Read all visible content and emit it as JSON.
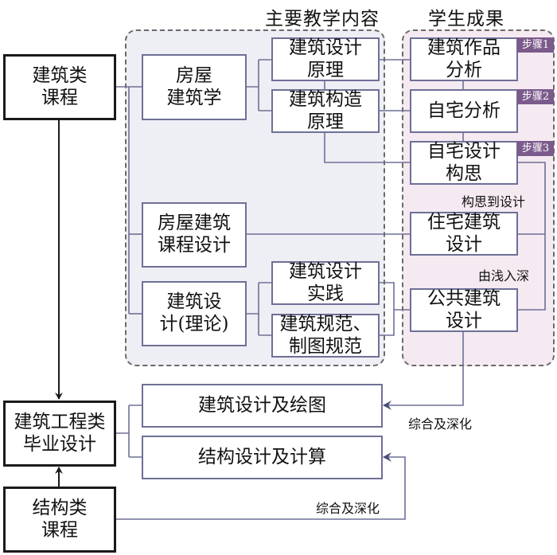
{
  "headers": {
    "main_content": "主要教学内容",
    "student_outcomes": "学生成果"
  },
  "nodes": {
    "arch_courses": "建筑类\n课程",
    "building_architecture": "房屋\n建筑学",
    "arch_design_principles": "建筑设计\n原理",
    "arch_construction_principles": "建筑构造\n原理",
    "building_course_design": "房屋建筑\n课程设计",
    "arch_design_theory": "建筑设\n计(理论)",
    "arch_design_practice": "建筑设计\n实践",
    "arch_codes_drawing_codes": "建筑规范、\n制图规范",
    "works_analysis": "建筑作品\n分析",
    "own_house_analysis": "自宅分析",
    "own_house_concept": "自宅设计\n构思",
    "residential_design": "住宅建筑\n设计",
    "public_building_design": "公共建筑\n设计",
    "graduation_design": "建筑工程类\n毕业设计",
    "structural_courses": "结构类\n课程",
    "arch_design_drawing": "建筑设计及绘图",
    "structural_design_calc": "结构设计及计算"
  },
  "steps": [
    "步骤1",
    "步骤2",
    "步骤3"
  ],
  "notes": {
    "concept_to_design": "构思到设计",
    "shallow_to_deep": "由浅入深",
    "synthesis_deepening_1": "综合及深化",
    "synthesis_deepening_2": "综合及深化"
  },
  "colors": {
    "connector": "#6e7096",
    "badge": "#7b5a8c",
    "left_panel": "#eeeef5",
    "right_panel": "#f5eaf1",
    "arrow_black": "#1a1a1a"
  }
}
